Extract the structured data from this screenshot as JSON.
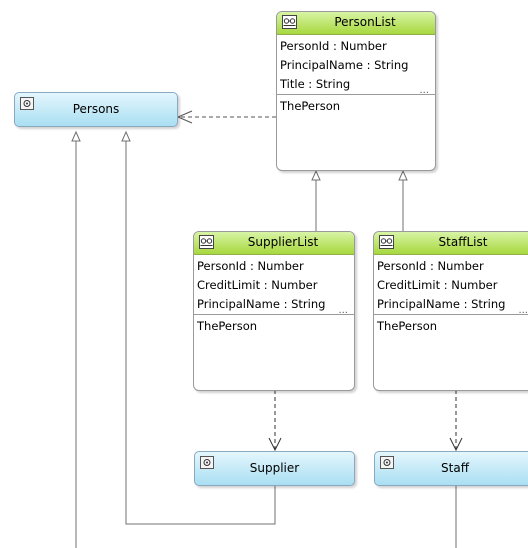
{
  "nodes": {
    "person_list": {
      "title": "PersonList",
      "attributes": [
        "PersonId : Number",
        "PrincipalName : String",
        "Title : String"
      ],
      "more": "...",
      "links": [
        "ThePerson"
      ]
    },
    "supplier_list": {
      "title": "SupplierList",
      "attributes": [
        "PersonId : Number",
        "CreditLimit : Number",
        "PrincipalName : String"
      ],
      "more": "...",
      "links": [
        "ThePerson"
      ]
    },
    "staff_list": {
      "title": "StaffList",
      "attributes": [
        "PersonId : Number",
        "CreditLimit : Number",
        "PrincipalName : String"
      ],
      "more": "...",
      "links": [
        "ThePerson"
      ]
    },
    "persons": {
      "title": "Persons"
    },
    "supplier": {
      "title": "Supplier"
    },
    "staff": {
      "title": "Staff"
    }
  },
  "colors": {
    "list_header": "#a7d83e",
    "entity_fill": "#a9dff2",
    "connector": "#707070",
    "border": "#9a9a9a"
  },
  "icons": {
    "list_node": "view-object-icon",
    "entity_node": "entity-object-icon"
  }
}
